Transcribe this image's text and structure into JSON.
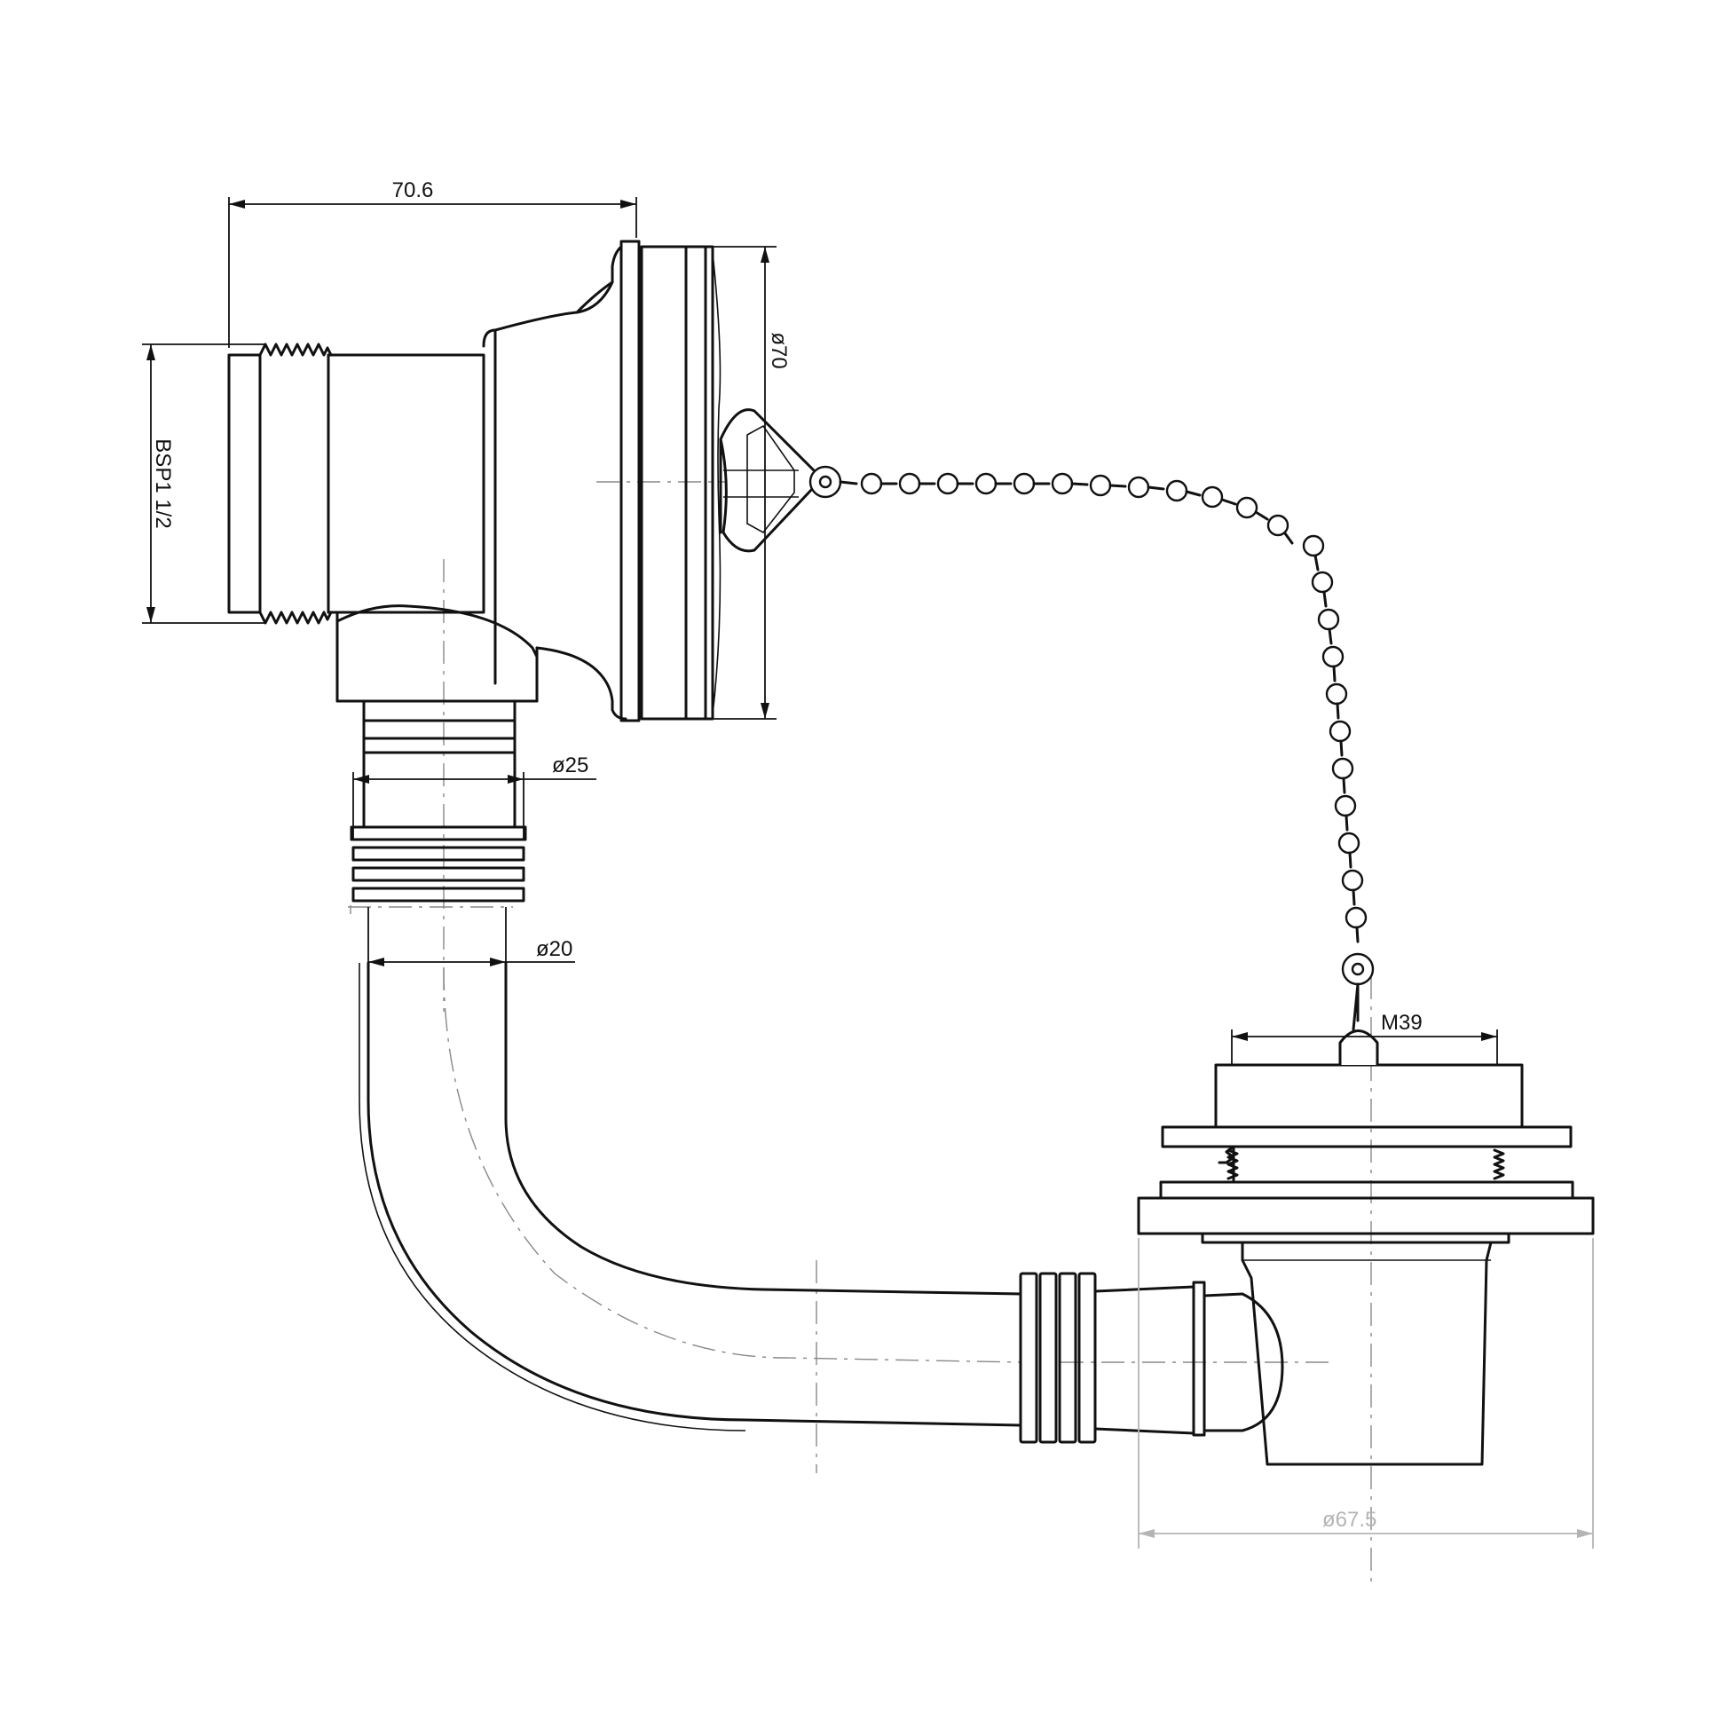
{
  "dimensions": {
    "overflow_length": "70.6",
    "thread": "BSP1 1/2",
    "overflow_plate": "ø70",
    "outlet_upper": "ø25",
    "outlet_lower": "ø20",
    "waste_thread": "M39",
    "waste_flange": "ø67.5"
  },
  "colors": {
    "line": "#111111",
    "dim_gray": "#b4b4b4",
    "background": "#ffffff"
  }
}
